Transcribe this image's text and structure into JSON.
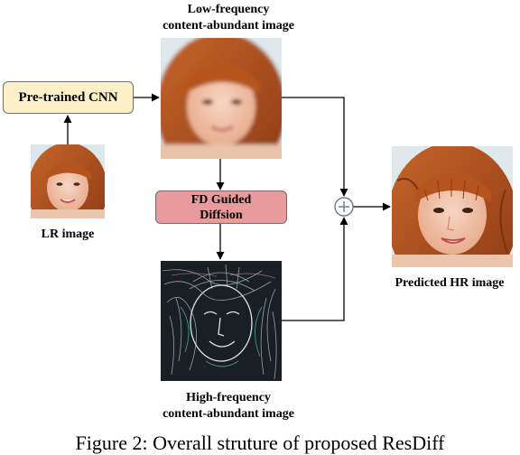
{
  "labels": {
    "low_freq_line1": "Low-frequency",
    "low_freq_line2": "content-abundant image",
    "lr_image": "LR image",
    "high_freq_line1": "High-frequency",
    "high_freq_line2": "content-abundant image",
    "predicted_hr": "Predicted HR image"
  },
  "nodes": {
    "cnn": "Pre-trained CNN",
    "fd_line1": "FD Guided",
    "fd_line2": "Diffsion"
  },
  "caption": "Figure 2: Overall struture of proposed ResDiff",
  "colors": {
    "cnn_fill": "#fdf0c8",
    "fd_fill": "#e89a9c",
    "hair": "#b5541f",
    "skin": "#f3c7ad",
    "background": "#d8e6ec"
  }
}
